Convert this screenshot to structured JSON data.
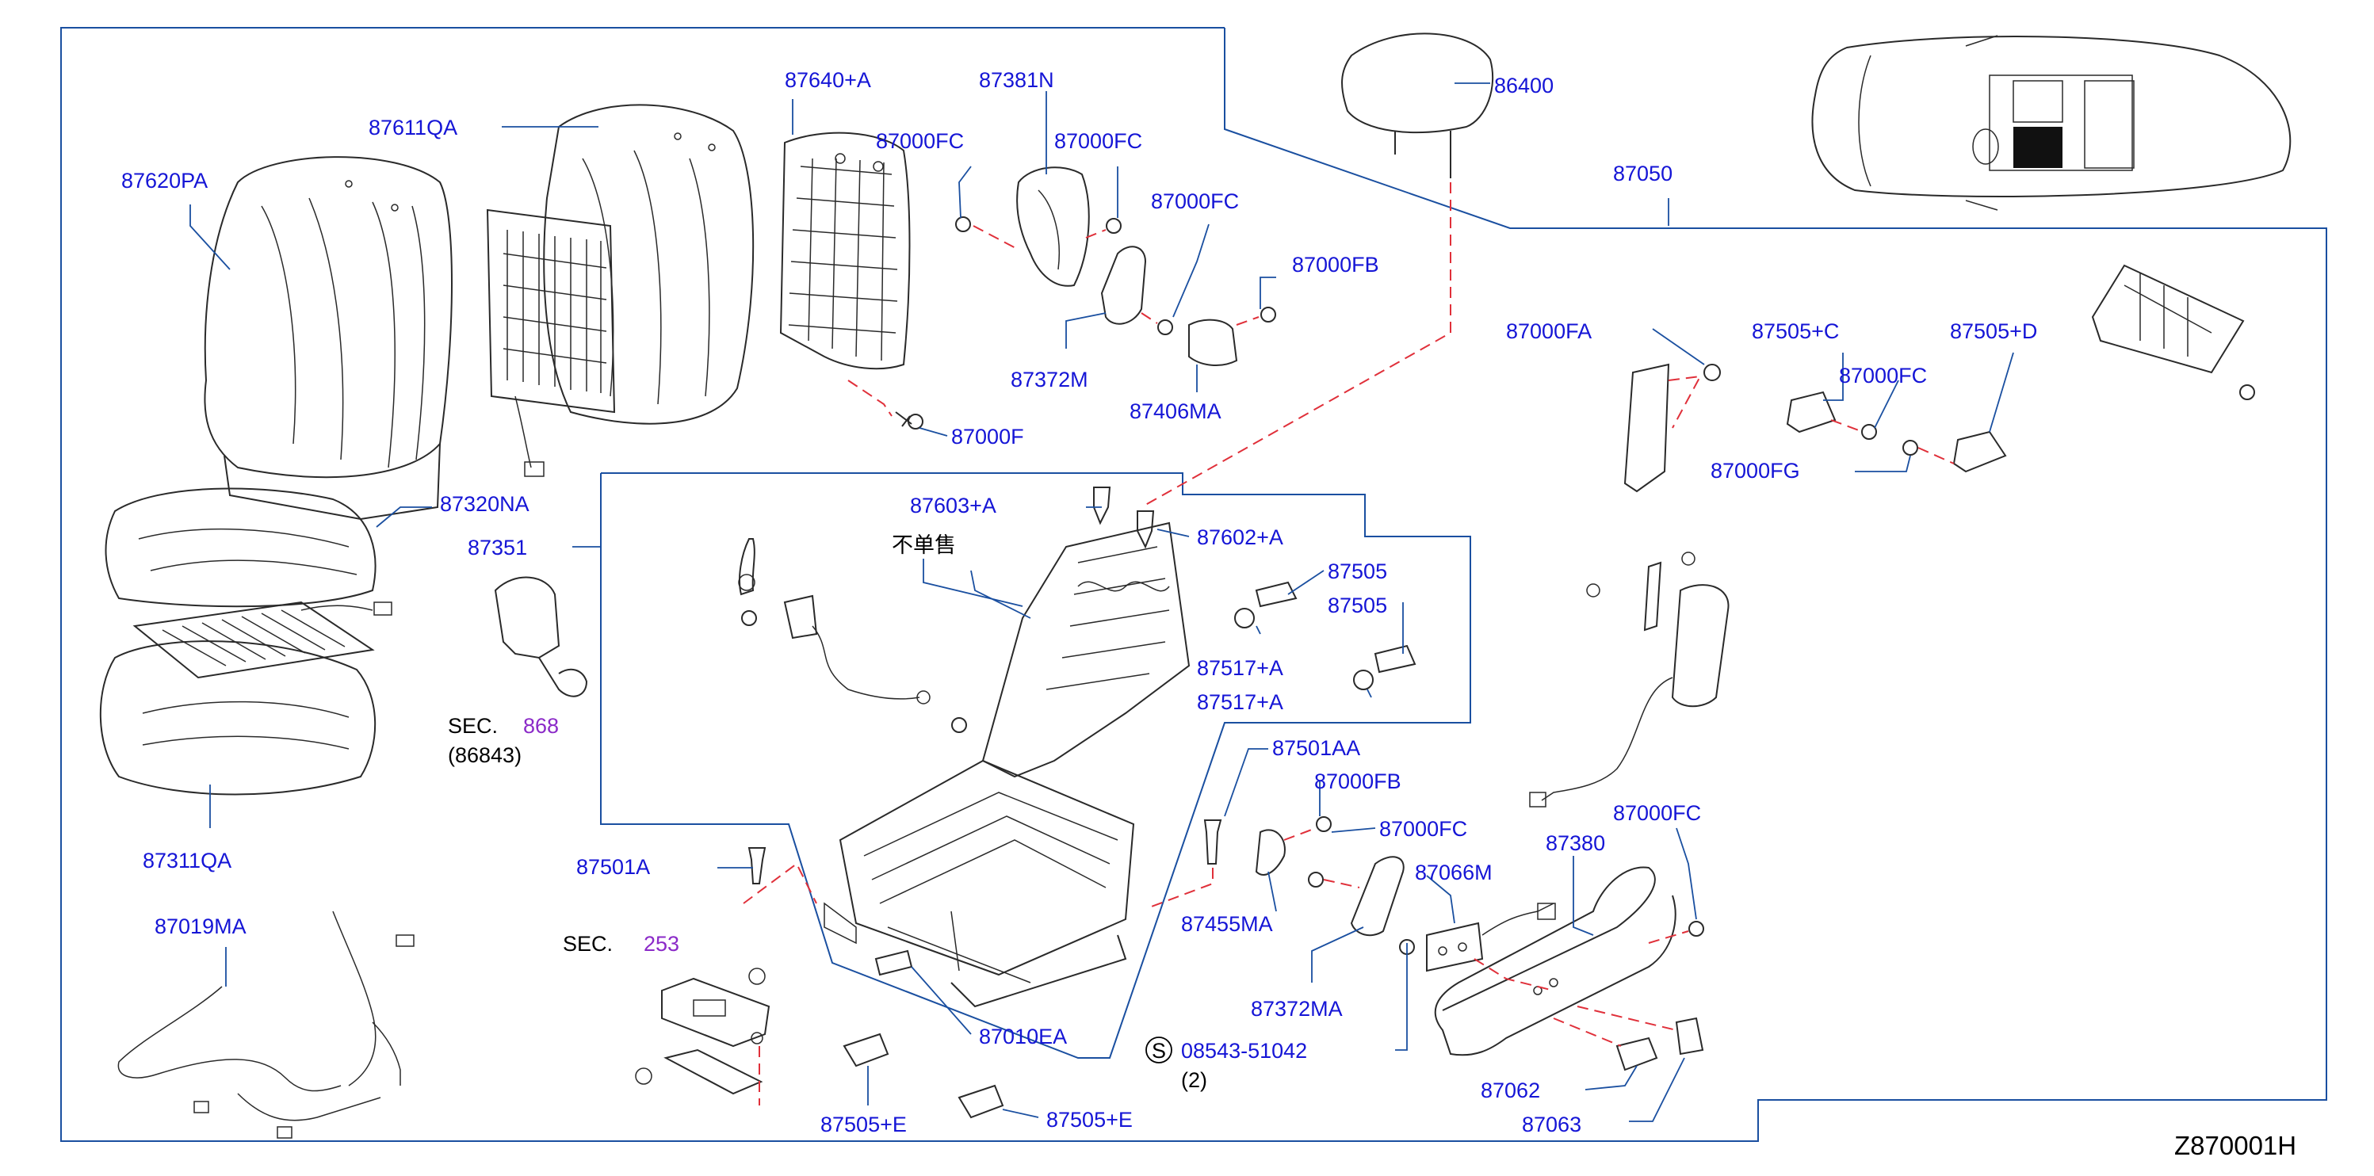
{
  "colors": {
    "label": "#1515d6",
    "section_ref": "#8b2ac8",
    "black_text": "#000000",
    "leader_line": "#1a4fa0",
    "dashed_line": "#e0303a",
    "drawing": "#2a2a2a"
  },
  "parts": [
    {
      "id": "87620PA",
      "label": "87620PA"
    },
    {
      "id": "87611QA",
      "label": "87611QA"
    },
    {
      "id": "87640+A",
      "label": "87640+A"
    },
    {
      "id": "87381N",
      "label": "87381N"
    },
    {
      "id": "87000FC-1",
      "label": "87000FC"
    },
    {
      "id": "87000FC-2",
      "label": "87000FC"
    },
    {
      "id": "87000FC-3",
      "label": "87000FC"
    },
    {
      "id": "86400",
      "label": "86400"
    },
    {
      "id": "87050",
      "label": "87050"
    },
    {
      "id": "87000FB-1",
      "label": "87000FB"
    },
    {
      "id": "87372M",
      "label": "87372M"
    },
    {
      "id": "87406MA",
      "label": "87406MA"
    },
    {
      "id": "87000FA",
      "label": "87000FA"
    },
    {
      "id": "87505+C",
      "label": "87505+C"
    },
    {
      "id": "87505+D",
      "label": "87505+D"
    },
    {
      "id": "87000FC-4",
      "label": "87000FC"
    },
    {
      "id": "87000FG",
      "label": "87000FG"
    },
    {
      "id": "87000F",
      "label": "87000F"
    },
    {
      "id": "87320NA",
      "label": "87320NA"
    },
    {
      "id": "87351",
      "label": "87351"
    },
    {
      "id": "87603+A",
      "label": "87603+A"
    },
    {
      "id": "87602+A",
      "label": "87602+A"
    },
    {
      "id": "87505-1",
      "label": "87505"
    },
    {
      "id": "87505-2",
      "label": "87505"
    },
    {
      "id": "87517+A-1",
      "label": "87517+A"
    },
    {
      "id": "87517+A-2",
      "label": "87517+A"
    },
    {
      "id": "87501AA",
      "label": "87501AA"
    },
    {
      "id": "87000FB-2",
      "label": "87000FB"
    },
    {
      "id": "87000FC-5",
      "label": "87000FC"
    },
    {
      "id": "87066M",
      "label": "87066M"
    },
    {
      "id": "87380",
      "label": "87380"
    },
    {
      "id": "87000FC-6",
      "label": "87000FC"
    },
    {
      "id": "87455MA",
      "label": "87455MA"
    },
    {
      "id": "87372MA",
      "label": "87372MA"
    },
    {
      "id": "87311QA",
      "label": "87311QA"
    },
    {
      "id": "87501A",
      "label": "87501A"
    },
    {
      "id": "87019MA",
      "label": "87019MA"
    },
    {
      "id": "87010EA",
      "label": "87010EA"
    },
    {
      "id": "87505+E-1",
      "label": "87505+E"
    },
    {
      "id": "87505+E-2",
      "label": "87505+E"
    },
    {
      "id": "87062",
      "label": "87062"
    },
    {
      "id": "87063",
      "label": "87063"
    },
    {
      "id": "08543-51042",
      "label": "08543-51042"
    }
  ],
  "fastener_symbol": "S",
  "fastener_qty": "(2)",
  "not_sold_separately": "不单售",
  "section_refs": [
    {
      "prefix": "SEC.",
      "number": "868",
      "sub": "(86843)"
    },
    {
      "prefix": "SEC.",
      "number": "253"
    }
  ],
  "diagram_code": "Z870001H"
}
